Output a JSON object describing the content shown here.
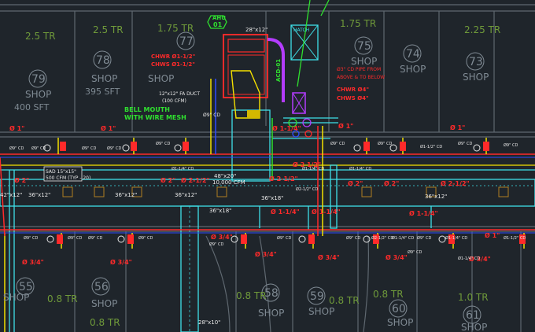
{
  "colors": {
    "background": "#1f252b",
    "wall": "#5f6870",
    "duct": "#3fe0e8",
    "pipe_red": "#ff2a2a",
    "pipe_green": "#2fe02f",
    "pipe_yellow": "#f4e000",
    "pipe_blue": "#2e4dff",
    "unit_magenta": "#b43cff"
  },
  "ahu": {
    "tag": "AHU",
    "number": "01"
  },
  "zones": [
    {
      "tonnage": "2.5 TR"
    },
    {
      "tonnage": "2.5 TR"
    },
    {
      "tonnage": "1.75 TR"
    },
    {
      "tonnage": "1.75 TR"
    },
    {
      "tonnage": "2.25 TR"
    },
    {
      "tonnage": "0.8 TR"
    },
    {
      "tonnage": "0.8 TR"
    },
    {
      "tonnage": "0.8 TR"
    },
    {
      "tonnage": "0.8 TR"
    },
    {
      "tonnage": "1.0 TR"
    },
    {
      "tonnage": "0.8 TR"
    }
  ],
  "shops": [
    {
      "number": "79",
      "label": "SHOP",
      "area": "400  SFT"
    },
    {
      "number": "78",
      "label": "SHOP",
      "area": "395  SFT"
    },
    {
      "number": "77",
      "label": "SHOP"
    },
    {
      "number": "75",
      "label": "SHOP"
    },
    {
      "number": "74",
      "label": "SHOP"
    },
    {
      "number": "73",
      "label": "SHOP"
    },
    {
      "number": "55",
      "label": "SHOP"
    },
    {
      "number": "56",
      "label": "SHOP"
    },
    {
      "number": "58",
      "label": "SHOP"
    },
    {
      "number": "59",
      "label": "SHOP"
    },
    {
      "number": "60",
      "label": "SHOP"
    },
    {
      "number": "61",
      "label": "SHOP"
    }
  ],
  "annotations": {
    "top_duct": "28\"x12\"",
    "chwr_1": "CHWR Ø1-1/2\"",
    "chws_1": "CHWS Ø1-1/2\"",
    "fa_duct_1": "12\"x12\" FA DUCT",
    "fa_duct_2": "(100 CFM)",
    "bellmouth_1": "BELL MOUTH",
    "bellmouth_2": "WITH WIRE MESH",
    "pipe_note_1": "Ø3\" CD PIPE FROM",
    "pipe_note_2": "ABOVE & TO BELOW",
    "chwr_4": "CHWR Ø4\"",
    "chws_4": "CHWS Ø4\"",
    "vertical_label": "ACD-01",
    "hatch": "HATCH",
    "fa_cd": "Ø9\" CD",
    "sad_1": "SAD 15\"x15\"",
    "sad_2": "500 CFM (TYP - 20)",
    "main_duct_1": "48\"x20\"",
    "main_duct_2": "10,000 CFM",
    "riser_duct": "36\"x18\"",
    "riser_duct_2": "36\"x18\"",
    "bottom_duct": "28\"x10\"",
    "left_duct": "42\"x12\"",
    "duct_a": "36\"x12\"",
    "duct_b": "36\"x12\"",
    "duct_c": "36\"x12\"",
    "duct_d": "36\"x12\""
  },
  "red_pipes": [
    "Ø 1\"",
    "Ø 1\"",
    "Ø 1\"",
    "Ø 1\"",
    "Ø 2\"",
    "Ø 2\"",
    "Ø 2\"",
    "Ø 2\"",
    "Ø 2-1/2\"",
    "Ø 2-1/2\"",
    "Ø 2-1/2\"",
    "Ø 1-1/4\"",
    "Ø 1-1/4\"",
    "Ø 1-1/4\"",
    "Ø 1-1/4\"",
    "Ø 3/4\"",
    "Ø 3/4\"",
    "Ø 3/4\"",
    "Ø 3/4\"",
    "Ø 3/4\"",
    "Ø 3/4\"",
    "Ø 3/4\"",
    "Ø 1\"",
    "Ø 2 1/2\""
  ],
  "cd_tags": [
    "Ø9\" CD",
    "Ø9\" CD",
    "Ø9\" CD",
    "Ø9\" CD",
    "Ø9\" CD",
    "Ø9\" CD",
    "Ø9\" CD",
    "Ø9\" CD",
    "Ø9\" CD",
    "Ø9\" CD",
    "Ø9\" CD",
    "Ø9\" CD",
    "Ø9\" CD",
    "Ø9\" CD",
    "Ø9\" CD",
    "Ø9\" CD",
    "Ø9\" CD",
    "Ø9\" CD"
  ],
  "small_tags": [
    "Ø1-1/4\" CD",
    "Ø1-1/2\" CD",
    "Ø2-1/2\" CD",
    "Ø2-1/2\" CD",
    "Ø1-1/4\" CD",
    "Ø1-1/4\" CD",
    "Ø1-1/4\" CD",
    "Ø1-1/2\" CD",
    "Ø1-1/4\" CD",
    "Ø1-1/4\" CD"
  ]
}
